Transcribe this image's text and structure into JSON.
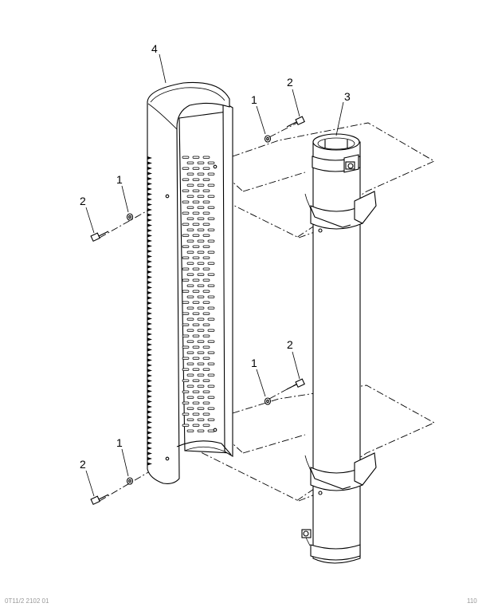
{
  "diagram": {
    "callouts": [
      {
        "id": "c4",
        "label": "4"
      },
      {
        "id": "c3",
        "label": "3"
      },
      {
        "id": "c2a",
        "label": "2"
      },
      {
        "id": "c1a",
        "label": "1"
      },
      {
        "id": "c1b",
        "label": "1"
      },
      {
        "id": "c2b",
        "label": "2"
      },
      {
        "id": "c2c",
        "label": "2"
      },
      {
        "id": "c1c",
        "label": "1"
      },
      {
        "id": "c1d",
        "label": "1"
      },
      {
        "id": "c2d",
        "label": "2"
      }
    ],
    "footer_left": "0T11/2 2102 01",
    "footer_right": "110"
  }
}
